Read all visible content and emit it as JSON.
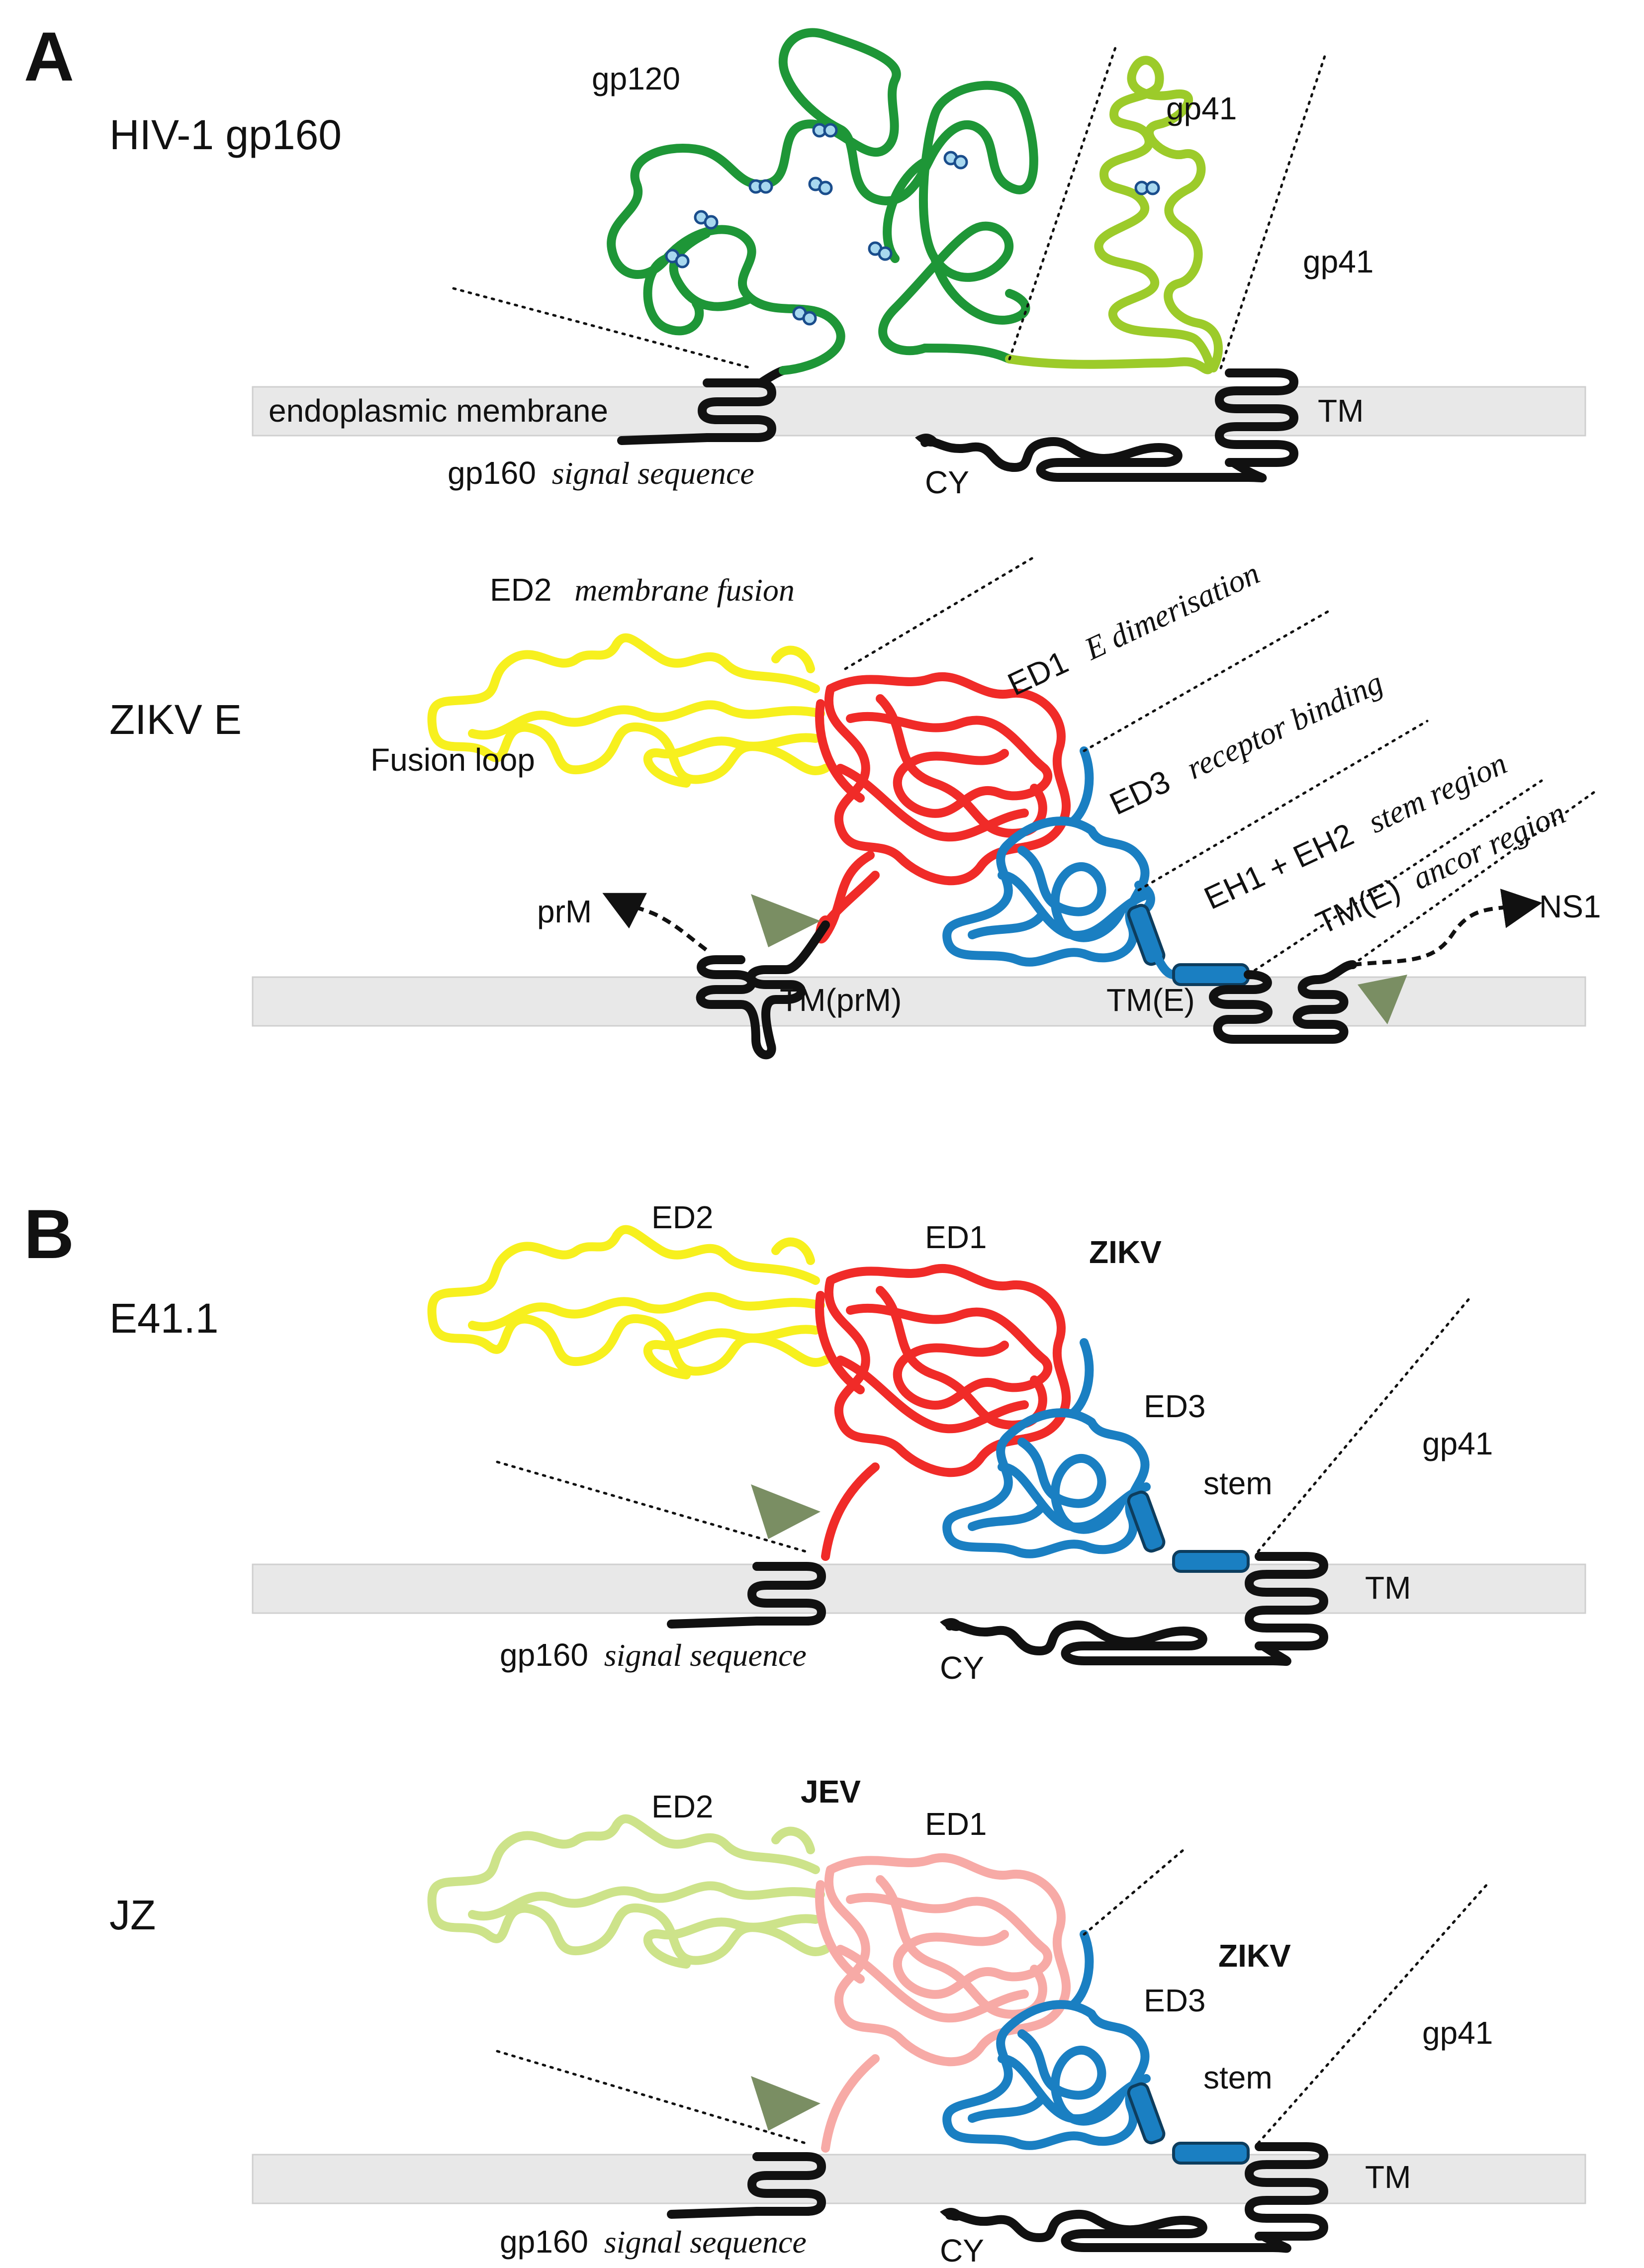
{
  "panels": {
    "a": "A",
    "b": "B"
  },
  "colors": {
    "gp120": "#1e9637",
    "gp41": "#9ccb2a",
    "ed2": "#f7f01e",
    "ed1": "#f02b28",
    "ed3": "#1a7fc2",
    "jev_ed2": "#cde38a",
    "jev_ed1": "#f7aaa6",
    "membrane": "#e8e8e8",
    "cleavage": "#7a8e63",
    "tm": "#111111"
  },
  "hiv": {
    "construct": "HIV-1 gp160",
    "gp120": "gp120",
    "gp41_top": "gp41",
    "gp41_right": "gp41",
    "membrane": "endoplasmic membrane",
    "tm": "TM",
    "signal_name": "gp160",
    "signal_desc": "signal sequence",
    "cy": "CY"
  },
  "zikv": {
    "construct": "ZIKV E",
    "ed2": "ED2",
    "ed2_desc": "membrane fusion",
    "ed1": "ED1",
    "ed1_desc": "E dimerisation",
    "ed3": "ED3",
    "ed3_desc": "receptor binding",
    "stem": "EH1 + EH2",
    "stem_desc": "stem region",
    "anchor": "TM(E)",
    "anchor_desc": "ancor region",
    "fusion_loop": "Fusion loop",
    "prm": "prM",
    "tm_prm": "TM(prM)",
    "tm_e": "TM(E)",
    "ns1": "NS1"
  },
  "e41": {
    "construct": "E41.1",
    "ed2": "ED2",
    "ed1": "ED1",
    "zikv": "ZIKV",
    "ed3": "ED3",
    "stem": "stem",
    "gp41": "gp41",
    "tm": "TM",
    "signal_name": "gp160",
    "signal_desc": "signal sequence",
    "cy": "CY"
  },
  "jz": {
    "construct": "JZ",
    "ed2": "ED2",
    "jev": "JEV",
    "ed1": "ED1",
    "zikv": "ZIKV",
    "ed3": "ED3",
    "stem": "stem",
    "gp41": "gp41",
    "tm": "TM",
    "signal_name": "gp160",
    "signal_desc": "signal sequence",
    "cy": "CY"
  }
}
